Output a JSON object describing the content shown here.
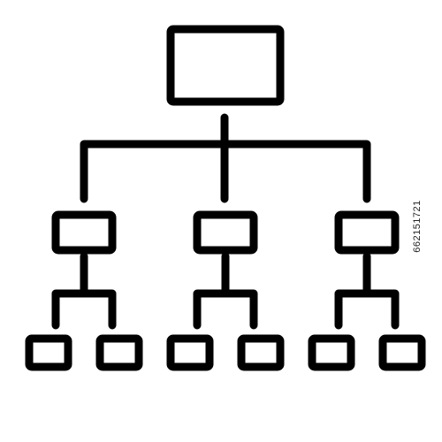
{
  "icon": {
    "name": "hierarchy-icon",
    "stroke_color": "#000000",
    "fill_color": "#ffffff",
    "levels": [
      1,
      3,
      6
    ]
  },
  "stock_id": "662151721"
}
